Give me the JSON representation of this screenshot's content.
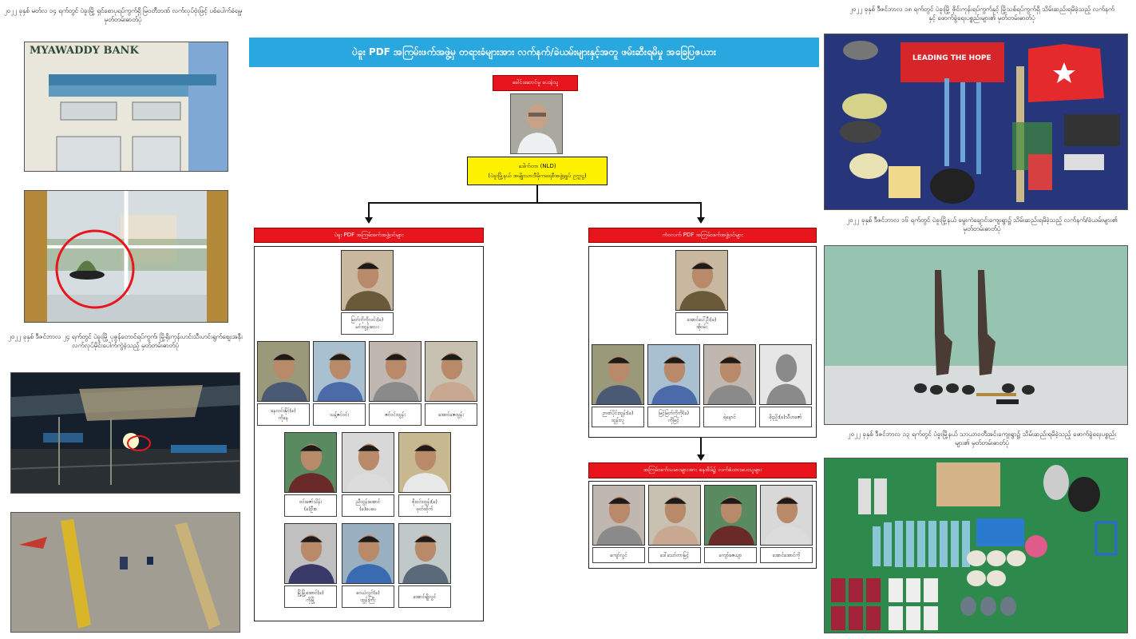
{
  "banner": {
    "title": "ပဲခူး PDF အကြမ်းဖက်အဖွဲ့မှ တရားခံများအား လက်နက်/ခဲယမ်းများနှင့်အတူ ဖမ်းဆီးရမိမှု အခြေပြဇယား"
  },
  "left_panel": {
    "caption_1": "၂၀၂၂ ခုနှစ် မတ်လ ၁၄ ရက်တွင် ပဲခူးမြို့ ရှင်စောပုရပ်ကွက်ရှိ မြဝတီဘဏ် လက်လုပ်ဗုံးဖြင့် ပစ်ပေါက်ခံရမှု မှတ်တမ်းဓာတ်ပုံ",
    "bank_sign": "MYAWADDY BANK",
    "caption_2": "၂၀၂၂ ခုနှစ် ဒီဇင်ဘာလ ၂၄ ရက်တွင် ပဲခူးမြို့ ပုဇွန်တောင်ရပ်ကွက်၊ မြို့ရိုးကုန်းဟင်းသီးဟင်းရွက်ဈေးအနီး လက်လုပ်မိုင်းပေါက်ကွဲခဲ့သည့် မှတ်တမ်းဓာတ်ပုံ"
  },
  "leader": {
    "header": "ခေါင်းဆောင်မှု ပေးခဲ့သူ",
    "name": "ဒေါက်တာ (NLD)",
    "role": "(ပဲခူးမြို့နယ် အမျိုးသားဒီမိုကရေစီအဖွဲ့ချုပ် ဥက္ကဋ္ဌ)"
  },
  "left_group": {
    "header": "ပဲခူး PDF အကြမ်းဖက်အဖွဲ့ဝင်များ",
    "members": [
      {
        "name": "မြတ်ကိုကိုလင်း(ခ)",
        "alias": "မင်းထွန်းလေး"
      },
      {
        "name": "နေလင်းနိုင်(ခ)",
        "alias": "ကိုနေ"
      },
      {
        "name": "သန့်ဇင်ဝင်း",
        "alias": ""
      },
      {
        "name": "ဇင်ဝင်းထွန်း",
        "alias": ""
      },
      {
        "name": "အောင်ဇေထွန်း",
        "alias": ""
      },
      {
        "name": "ဝင်းဇော်သိန်း",
        "alias": "(ခ)ဦးစ"
      },
      {
        "name": "ညီထွန်းအောင်",
        "alias": "(ခ)ပေပေ"
      },
      {
        "name": "စိုးဝင်းထွန်း(ခ)",
        "alias": "ဖုတ်ထိုက်"
      },
      {
        "name": "မြို့မြို့အောင်(ခ)",
        "alias": "ကိုမြို့"
      },
      {
        "name": "ဝေယံလွင်(ခ)",
        "alias": "ထွန်းကြီး"
      },
      {
        "name": "အောင်ချိုလွင်",
        "alias": ""
      }
    ]
  },
  "right_group": {
    "header": "ကံဝလက် PDF အကြမ်းဖက်အဖွဲ့ဝင်များ",
    "members": [
      {
        "name": "အောင်ပေါ်ဦး(ခ)",
        "alias": "အိုဝမ်း"
      },
      {
        "name": "ဉာဏ်ပိုင်းထွန်း(ခ)",
        "alias": "ထွန်းလူ"
      },
      {
        "name": "မြင့်မြတ်ကိုကို(ခ)",
        "alias": "ကိုမြင့်"
      },
      {
        "name": "ရဲနောင်",
        "alias": ""
      },
      {
        "name": "ဖိုးညှိုး(ခ)သီဟဇော်",
        "alias": ""
      }
    ]
  },
  "support_group": {
    "header": "အကြမ်းဖက်သမားများအား နေအိမ်၌ လက်ခံထားပေးသူများ",
    "members": [
      {
        "name": "ကျော်လွင်"
      },
      {
        "name": "ဒေါ်သော်တာမြင့်"
      },
      {
        "name": "ကျော်ဇေယျာ"
      },
      {
        "name": "အောင်အောင်ကို"
      }
    ]
  },
  "right_panel": {
    "caption_1": "၂၀၂၂ ခုနှစ် ဒီဇင်ဘာလ ၁၈ ရက်တွင် ပဲခူးမြို့ ဇိုင်းကုန်းရပ်ကွက်နှင့် မြို့သစ်ရပ်ကွက်ရှိ သိမ်းဆည်းရမိခဲ့သည့် လက်နက်နှင့် ဖောက်ခွဲရေးပစ္စည်းများ၏ မှတ်တမ်းဓာတ်ပုံ",
    "flag_text": "LEADING THE HOPE",
    "caption_2": "၂၀၂၂ ခုနှစ် ဒီဇင်ဘာလ ၁၆ ရက်တွင် ပဲခူးမြို့နယ် မွေးကဲချောင်းကျေးရွာ၌ သိမ်းဆည်းရမိခဲ့သည့် လက်နက်/ခဲယမ်းများ၏ မှတ်တမ်းဓာတ်ပုံ",
    "caption_3": "၂၀၂၂ ခုနှစ် ဒီဇင်ဘာလ ၁၃ ရက်တွင် ပဲခူးမြို့နယ် သာယာဝတီအင်းကျေးရွာ၌ သိမ်းဆည်းရမိခဲ့သည့် ဖောက်ခွဲရေးပစ္စည်းများ၏ မှတ်တမ်းဓာတ်ပုံ"
  },
  "colors": {
    "banner": "#29a8e0",
    "header_red": "#e8161c",
    "leader_yellow": "#fff200"
  }
}
